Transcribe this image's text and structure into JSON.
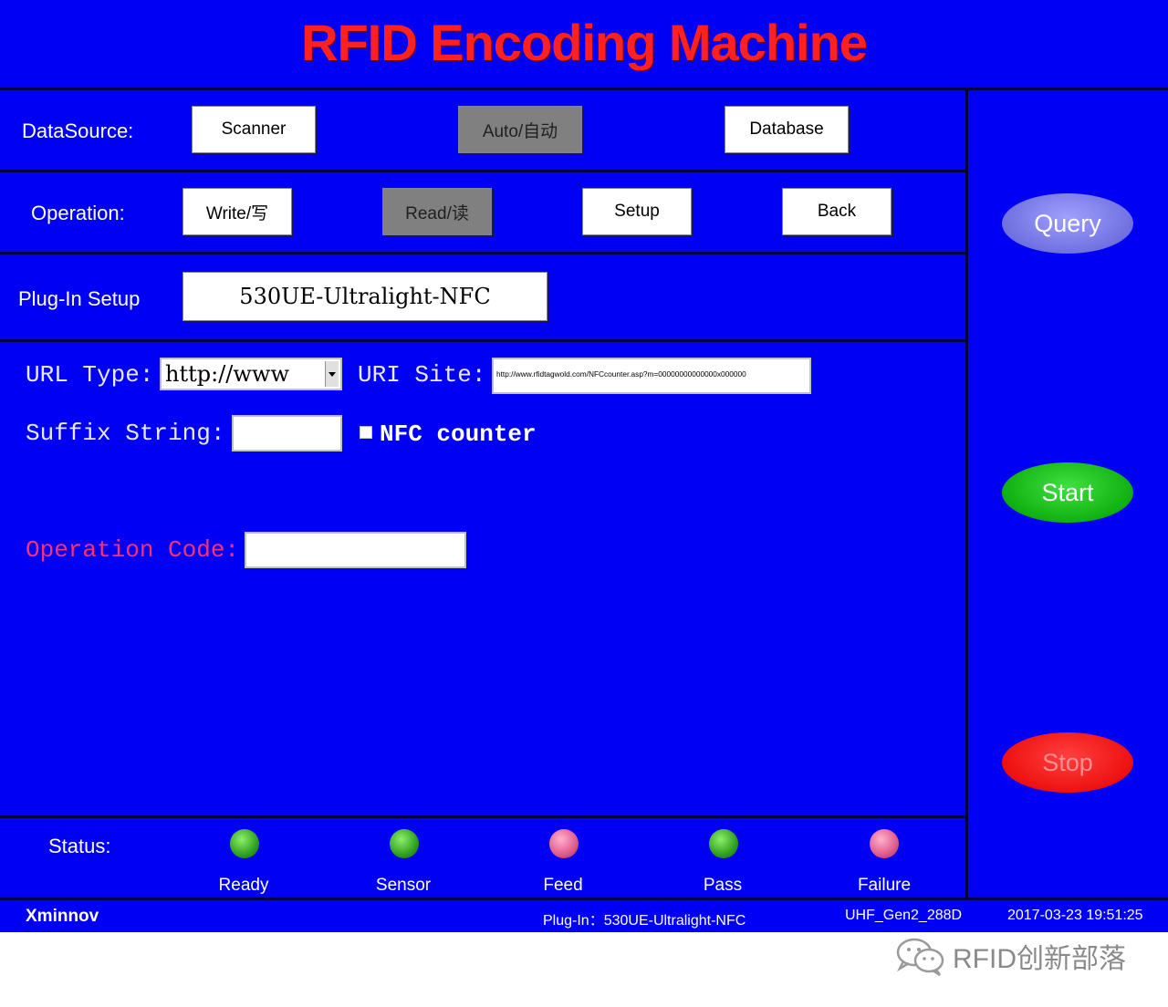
{
  "app": {
    "title": "RFID Encoding Machine"
  },
  "datasource": {
    "label": "DataSource:",
    "buttons": [
      "Scanner",
      "Auto/自动",
      "Database"
    ]
  },
  "operation": {
    "label": "Operation:",
    "buttons": [
      "Write/写",
      "Read/读",
      "Setup",
      "Back"
    ]
  },
  "plugin": {
    "label": "Plug-In Setup",
    "value": "530UE-Ultralight-NFC"
  },
  "url": {
    "type_label": "URL Type:",
    "type_value": "http://www",
    "site_label": "URI Site:",
    "site_value": "http://www.rfidtagwold.com/NFCcounter.asp?m=00000000000000x000000",
    "suffix_label": "Suffix String:",
    "suffix_value": "",
    "nfc_counter_label": "NFC counter",
    "op_code_label": "Operation Code:",
    "op_code_value": ""
  },
  "side_buttons": {
    "query": "Query",
    "start": "Start",
    "stop": "Stop"
  },
  "status": {
    "label": "Status:",
    "indicators": [
      {
        "label": "Ready",
        "color": "green"
      },
      {
        "label": "Sensor",
        "color": "green"
      },
      {
        "label": "Feed",
        "color": "pink"
      },
      {
        "label": "Pass",
        "color": "green"
      },
      {
        "label": "Failure",
        "color": "pink"
      }
    ]
  },
  "footer": {
    "brand": "Xminnov",
    "plugin": "Plug-In：530UE-Ultralight-NFC",
    "protocol": "UHF_Gen2_288D",
    "datetime": "2017-03-23 19:51:25"
  },
  "watermark": {
    "text": "RFID创新部落",
    "icon": "wechat-icon"
  },
  "colors": {
    "background": "#0000f4",
    "title": "#ff2020",
    "query": "#8080f0",
    "start": "#10c010",
    "stop": "#ff1010",
    "op_code_label": "#ff3070"
  }
}
